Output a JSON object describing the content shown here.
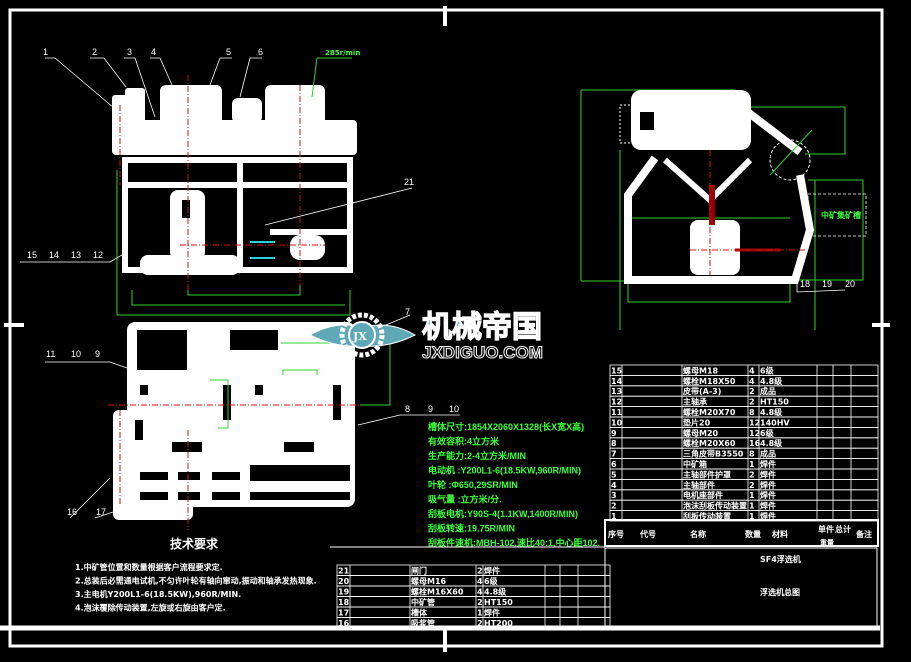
{
  "drawing": {
    "title": "SF4浮选机",
    "subtitle": "浮选机总图",
    "speed_label": "285r/min",
    "tank_label": "中矿集矿槽",
    "watermark": {
      "text": "机械帝国",
      "url_text": "JXDIGUO.COM",
      "emblem": "JX"
    },
    "colors": {
      "background": "#000000",
      "lines": "#ffffff",
      "dimension": "#2fd12f",
      "centerline": "#d01010",
      "logo": "#5fa8b8"
    }
  },
  "callouts": {
    "top": [
      "1",
      "2",
      "3",
      "4",
      "5",
      "6"
    ],
    "left_mid": [
      "15",
      "14",
      "13",
      "12"
    ],
    "c21": "21",
    "c7": "7",
    "left_low": [
      "11",
      "10",
      "9"
    ],
    "right_low": [
      "8",
      "9",
      "10"
    ],
    "bottom": [
      "16",
      "17"
    ],
    "side": [
      "18",
      "19",
      "20"
    ]
  },
  "specs": [
    "槽体尺寸:1854X2060X1328(长X宽X高)",
    "有效容积:4立方米",
    "生产能力:2-4立方米/MIN",
    "电动机  :Y200L1-6(18.5KW,960R/MIN)",
    "叶轮    :Φ650,29SR/MIN",
    "吸气量  :立方米/分.",
    "刮板电机:Y90S-4(1.1KW,1400R/MIN)",
    "刮板转速:19.75R/MIN",
    "刮板件速机:MBH-102,速比40:1,中心距102."
  ],
  "tech_requirements": {
    "title": "技术要求",
    "items": [
      "1.中矿管位置和数量根据客户流程要求定.",
      "2.总装后必需通电试机,不匀许叶轮有轴向窜动,振动和轴承发热现象.",
      "3.主电机Y200L1-6(18.5KW),960R/MIN.",
      "4.泡沫覆除传动装置,左旋或右旋由客户定."
    ]
  },
  "bom_header": [
    "序号",
    "代号",
    "名称",
    "数量",
    "材料",
    "单件",
    "总计",
    "备注"
  ],
  "bom_header_weight": "重量",
  "bom_upper": [
    {
      "no": "15",
      "name": "螺母M18",
      "qty": "4",
      "mat": "6级"
    },
    {
      "no": "14",
      "name": "螺栓M18X50",
      "qty": "4",
      "mat": "4.8级"
    },
    {
      "no": "13",
      "name": "皮带(A-3)",
      "qty": "2",
      "mat": "成品"
    },
    {
      "no": "12",
      "name": "主轴承",
      "qty": "2",
      "mat": "HT150"
    },
    {
      "no": "11",
      "name": "螺栓M20X70",
      "qty": "8",
      "mat": "4.8级"
    },
    {
      "no": "10",
      "name": "垫片20",
      "qty": "12",
      "mat": "140HV"
    },
    {
      "no": "9",
      "name": "螺母M20",
      "qty": "12",
      "mat": "6级"
    },
    {
      "no": "8",
      "name": "螺栓M20X60",
      "qty": "16",
      "mat": "4.8级"
    },
    {
      "no": "7",
      "name": "三角皮带B3550",
      "qty": "8",
      "mat": "成品"
    },
    {
      "no": "6",
      "name": "中矿箱",
      "qty": "1",
      "mat": "焊件"
    },
    {
      "no": "5",
      "name": "主轴部件护罩",
      "qty": "2",
      "mat": "焊件"
    },
    {
      "no": "4",
      "name": "主轴部件",
      "qty": "2",
      "mat": "焊件"
    },
    {
      "no": "3",
      "name": "电机座部件",
      "qty": "1",
      "mat": "焊件"
    },
    {
      "no": "2",
      "name": "泡沫刮板传动装置",
      "qty": "1",
      "mat": "焊件"
    },
    {
      "no": "1",
      "name": "刮板传动装置",
      "qty": "1",
      "mat": "焊件"
    }
  ],
  "bom_lower": [
    {
      "no": "21",
      "name": "闸门",
      "qty": "2",
      "mat": "焊件"
    },
    {
      "no": "20",
      "name": "螺母M16",
      "qty": "4",
      "mat": "6级"
    },
    {
      "no": "19",
      "name": "螺栓M16X60",
      "qty": "4",
      "mat": "4.8级"
    },
    {
      "no": "18",
      "name": "中矿管",
      "qty": "2",
      "mat": "HT150"
    },
    {
      "no": "17",
      "name": "槽体",
      "qty": "1",
      "mat": "焊件"
    },
    {
      "no": "16",
      "name": "吸浆管",
      "qty": "2",
      "mat": "HT200"
    }
  ]
}
